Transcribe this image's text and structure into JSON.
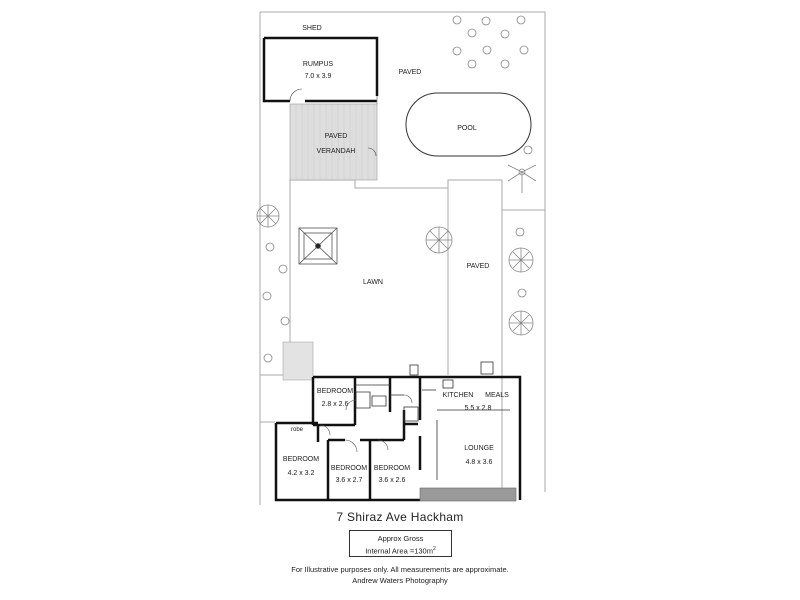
{
  "labels": {
    "shed": "SHED",
    "rumpus_name": "RUMPUS",
    "rumpus_size": "7.0 x 3.9",
    "paved_top": "PAVED",
    "pool": "POOL",
    "verandah_1": "PAVED",
    "verandah_2": "VERANDAH",
    "lawn": "LAWN",
    "paved_right": "PAVED",
    "bedroom1_name": "BEDROOM",
    "bedroom1_size": "2.8 x 2.6",
    "kitchen": "KITCHEN",
    "meals": "MEALS",
    "kitchen_meals_size": "5.5 x 2.8",
    "robe": "robe",
    "lounge_name": "LOUNGE",
    "lounge_size": "4.8 x 3.6",
    "bedroom2_name": "BEDROOM",
    "bedroom2_size": "4.2 x 3.2",
    "bedroom3_name": "BEDROOM",
    "bedroom3_size": "3.6 x 2.7",
    "bedroom4_name": "BEDROOM",
    "bedroom4_size": "3.6 x 2.6"
  },
  "address": "7 Shiraz Ave Hackham",
  "area_box": {
    "line1": "Approx Gross",
    "line2_prefix": "Internal Area =",
    "value": "130m",
    "unit_sup": "2"
  },
  "disclaimer": {
    "line1": "For Illustrative purposes only.  All measurements are approximate.",
    "line2": "Andrew Waters Photography"
  },
  "colors": {
    "wall": "#111111",
    "boundary": "#aaaaaa",
    "verandah_fill": "#dedede",
    "deck_fill": "#9a9a9a",
    "tree": "#888888"
  }
}
